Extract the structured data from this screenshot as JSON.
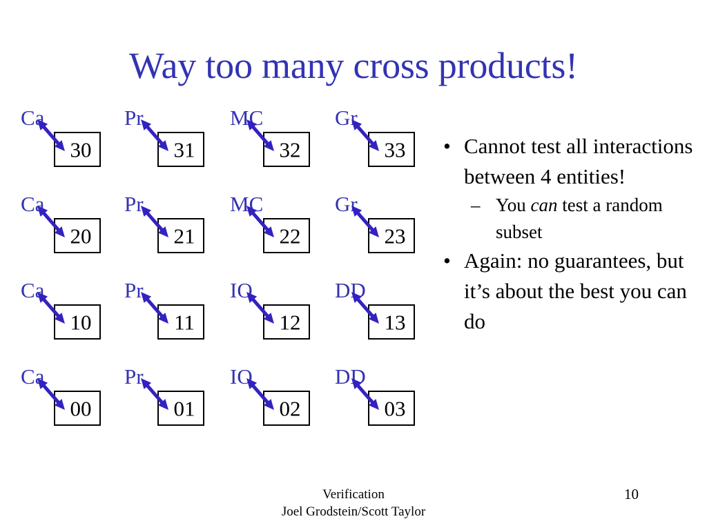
{
  "slide": {
    "title": "Way too many cross products!",
    "title_color": "#3333b3",
    "label_color": "#3333b3",
    "arrow_color": "#3322c0",
    "box_border_color": "#000000",
    "text_color": "#000000",
    "background_color": "#ffffff"
  },
  "grid": {
    "rows": [
      {
        "cells": [
          {
            "label": "Ca",
            "value": "30"
          },
          {
            "label": "Pr",
            "value": "31"
          },
          {
            "label": "MC",
            "value": "32"
          },
          {
            "label": "Gr",
            "value": "33"
          }
        ]
      },
      {
        "cells": [
          {
            "label": "Ca",
            "value": "20"
          },
          {
            "label": "Pr",
            "value": "21"
          },
          {
            "label": "MC",
            "value": "22"
          },
          {
            "label": "Gr",
            "value": "23"
          }
        ]
      },
      {
        "cells": [
          {
            "label": "Ca",
            "value": "10"
          },
          {
            "label": "Pr",
            "value": "11"
          },
          {
            "label": "IO",
            "value": "12"
          },
          {
            "label": "DD",
            "value": "13"
          }
        ]
      },
      {
        "cells": [
          {
            "label": "Ca",
            "value": "00"
          },
          {
            "label": "Pr",
            "value": "01"
          },
          {
            "label": "IO",
            "value": "02"
          },
          {
            "label": "DD",
            "value": "03"
          }
        ]
      }
    ]
  },
  "bullets": {
    "b1_marker": "•",
    "b1_text": "Cannot test all interactions between 4 entities!",
    "b1_sub_marker": "–",
    "b1_sub_pre": "You ",
    "b1_sub_em": "can",
    "b1_sub_post": " test a random subset",
    "b2_marker": "•",
    "b2_text": "Again: no guarantees, but it’s about the best you can do"
  },
  "footer": {
    "line1": "Verification",
    "line2": "Joel Grodstein/Scott Taylor",
    "page_number": "10"
  }
}
